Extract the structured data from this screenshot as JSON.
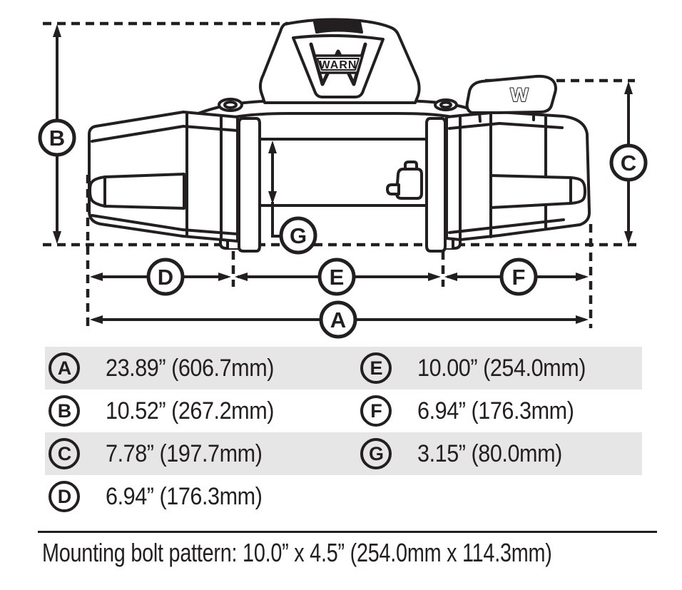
{
  "diagram": {
    "brand": "WARN",
    "knob_mark": "W"
  },
  "table": {
    "left": [
      {
        "letter": "A",
        "value": "23.89” (606.7mm)"
      },
      {
        "letter": "B",
        "value": "10.52” (267.2mm)"
      },
      {
        "letter": "C",
        "value": "7.78” (197.7mm)"
      },
      {
        "letter": "D",
        "value": "6.94” (176.3mm)"
      }
    ],
    "right": [
      {
        "letter": "E",
        "value": "10.00” (254.0mm)"
      },
      {
        "letter": "F",
        "value": "6.94” (176.3mm)"
      },
      {
        "letter": "G",
        "value": "3.15” (80.0mm)"
      }
    ]
  },
  "footer": {
    "mounting_text": "Mounting bolt pattern: 10.0” x 4.5” (254.0mm x 114.3mm)"
  },
  "colors": {
    "line": "#231f20",
    "stripe": "#e6e6e6",
    "background": "#ffffff"
  }
}
